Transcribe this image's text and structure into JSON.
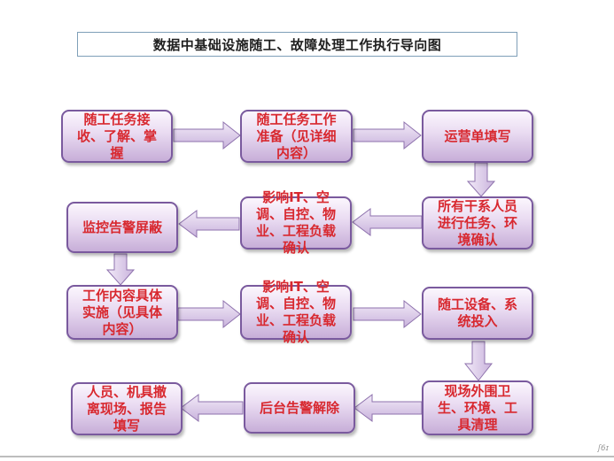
{
  "title": "数据中基础设施随工、故障处理工作执行导向图",
  "steps": {
    "s1": "随工任务接收、了解、掌握",
    "s2": "随工任务工作准备（见详细内容）",
    "s3": "运营单填写",
    "s4": "所有干系人员进行任务、环境确认",
    "s5": "影响IT、空调、自控、物业、工程负载确认",
    "s6": "监控告警屏蔽",
    "s7": "工作内容具体实施（见具体内容）",
    "s8": "影响IT、空调、自控、物业、工程负载确认",
    "s9": "随工设备、系统投入",
    "s10": "现场外围卫生、环境、工具清理",
    "s11": "后台告警解除",
    "s12": "人员、机具撤离现场、报告填写"
  },
  "corner_mark": "ʃ6ɪ",
  "colors": {
    "box_border": "#7a5a9e",
    "box_fill": "#eadcf2",
    "text": "#d8282f",
    "arrow_fill": "#dac8e8",
    "arrow_stroke": "#8e72ad"
  }
}
